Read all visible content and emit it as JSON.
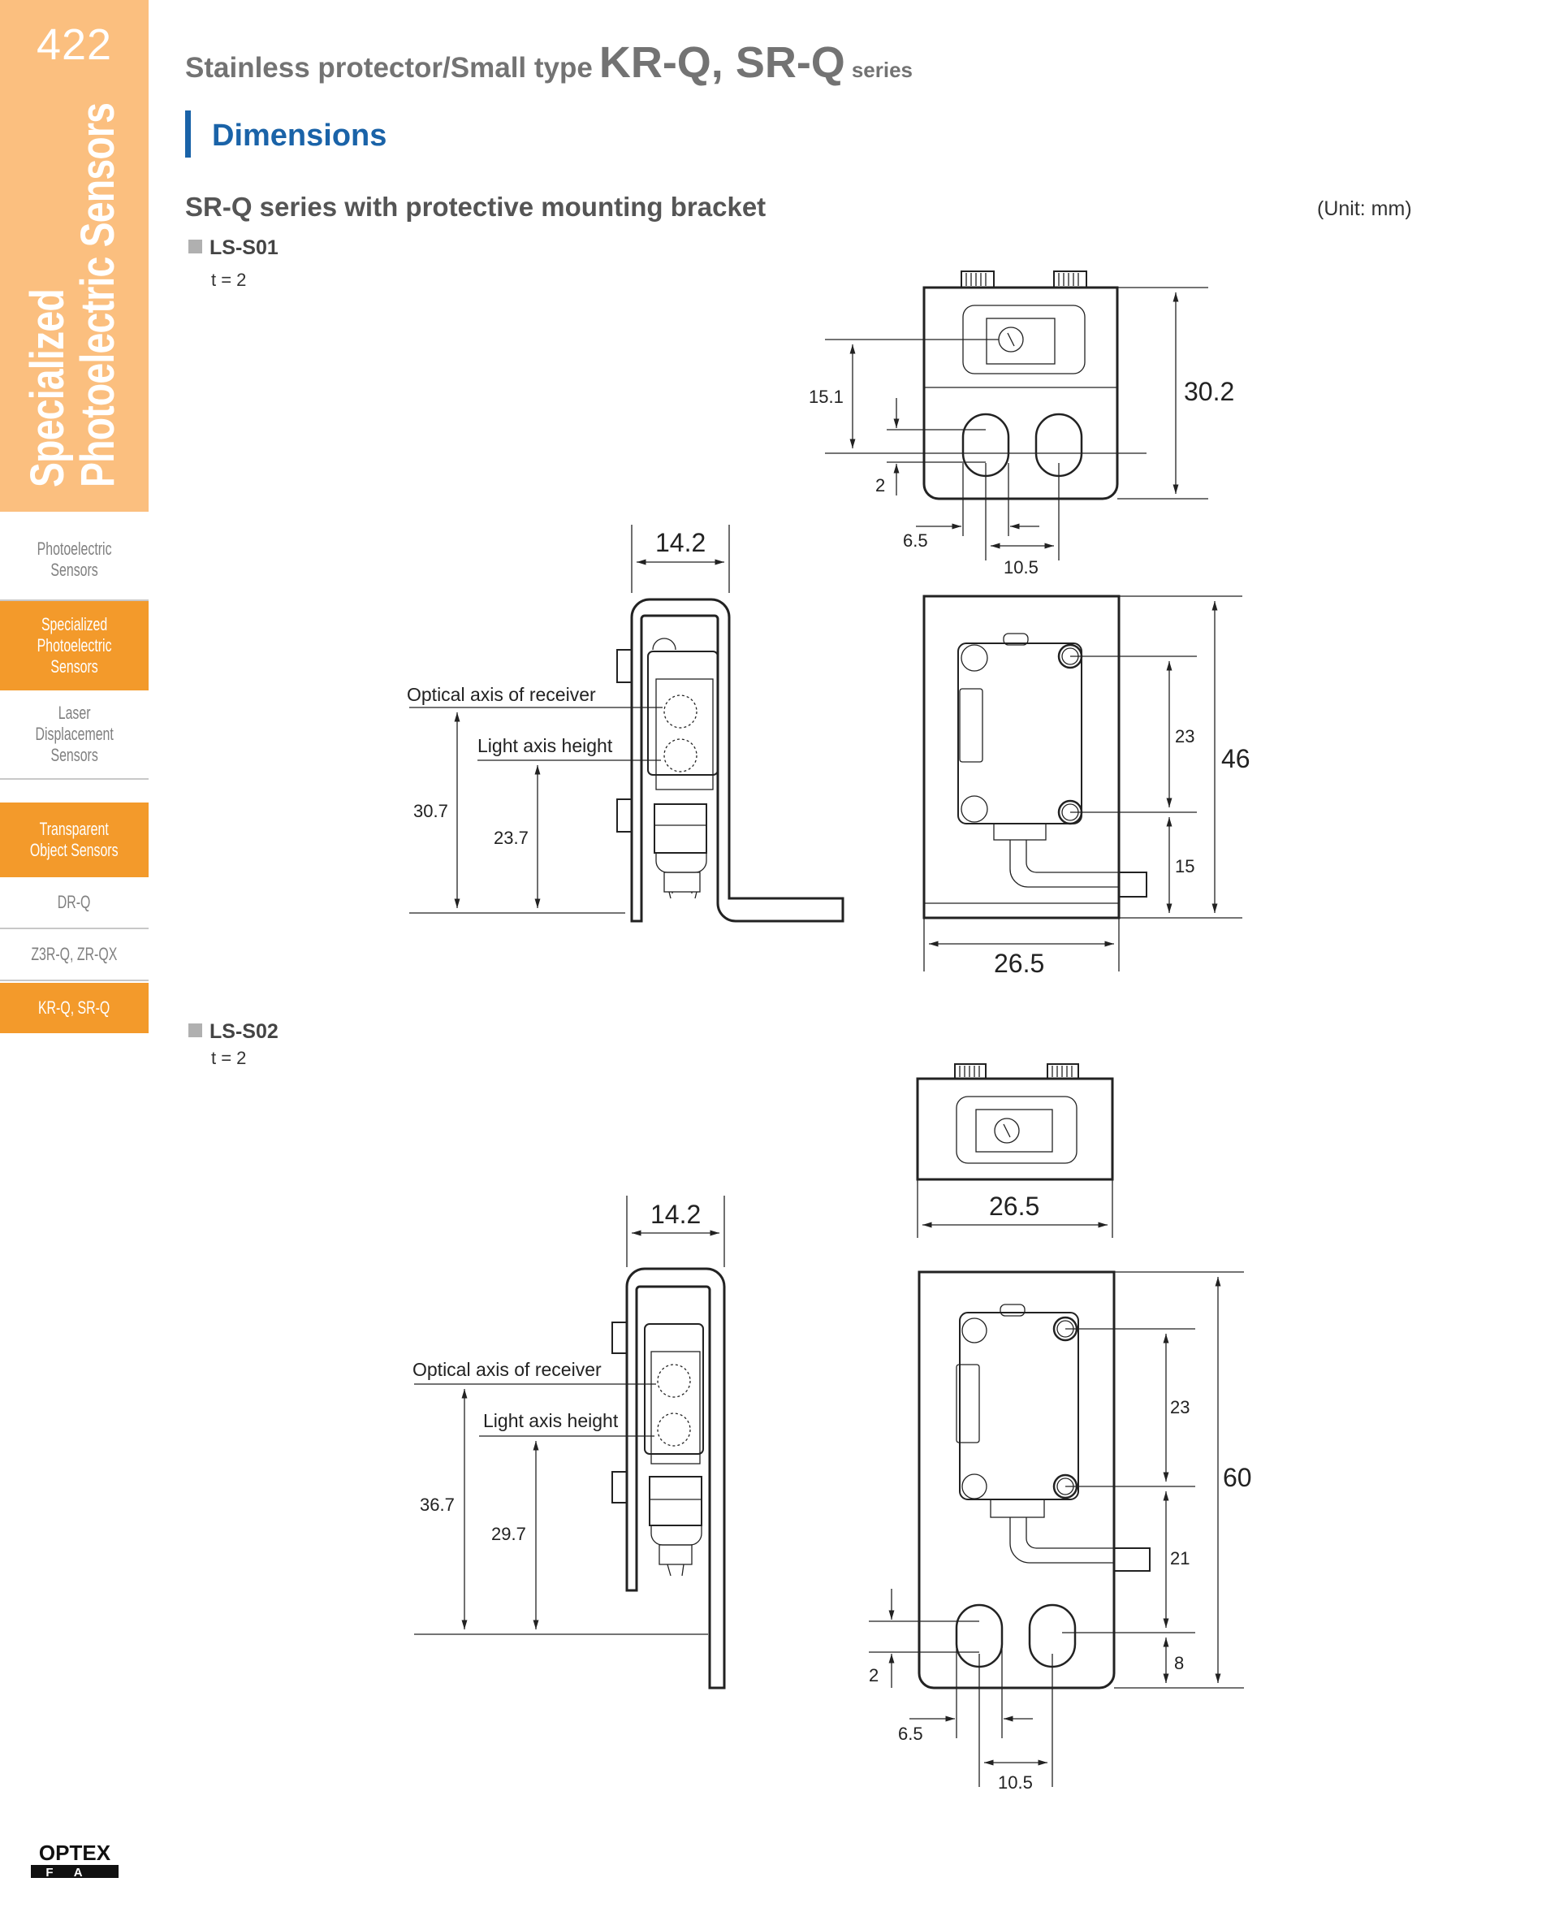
{
  "page_number": "422",
  "sidebar": {
    "category_line1": "Specialized",
    "category_line2": "Photoelectric Sensors",
    "items": [
      {
        "label_lines": [
          "Photoelectric",
          "Sensors"
        ],
        "active": false
      },
      {
        "label_lines": [
          "Specialized",
          "Photoelectric",
          "Sensors"
        ],
        "active": true
      },
      {
        "label_lines": [
          "Laser",
          "Displacement",
          "Sensors"
        ],
        "active": false
      },
      {
        "label_lines": [
          "Transparent",
          "Object Sensors"
        ],
        "active": true
      },
      {
        "label_lines": [
          "DR-Q"
        ],
        "active": false
      },
      {
        "label_lines": [
          "Z3R-Q, ZR-QX"
        ],
        "active": false
      },
      {
        "label_lines": [
          "KR-Q, SR-Q"
        ],
        "active": true
      }
    ]
  },
  "header": {
    "title_prefix": "Stainless protector/Small type",
    "title_main": "KR-Q, SR-Q",
    "title_suffix": "series"
  },
  "section": {
    "title": "Dimensions",
    "subtitle": "SR-Q series with protective mounting bracket",
    "unit": "(Unit: mm)"
  },
  "models": [
    {
      "name": "LS-S01",
      "thickness": "t = 2",
      "labels": {
        "optical_axis": "Optical axis of receiver",
        "light_axis": "Light axis height"
      },
      "dims": {
        "side_width": "14.2",
        "optical_height": "30.7",
        "light_height": "23.7",
        "top_height": "30.2",
        "hole_offset": "15.1",
        "slot": "2",
        "hole_x": "6.5",
        "hole_pitch": "10.5",
        "front_height": "46",
        "mount_pitch": "23",
        "mount_bottom": "15",
        "width": "26.5"
      }
    },
    {
      "name": "LS-S02",
      "thickness": "t = 2",
      "labels": {
        "optical_axis": "Optical axis of receiver",
        "light_axis": "Light axis height"
      },
      "dims": {
        "top_width": "26.5",
        "side_width": "14.2",
        "optical_height": "36.7",
        "light_height": "29.7",
        "front_height": "60",
        "mount_pitch": "23",
        "mount_bottom": "21",
        "hole_bottom": "8",
        "slot": "2",
        "hole_x": "6.5",
        "hole_pitch": "10.5"
      }
    }
  ],
  "logo": {
    "top": "OPTEX",
    "bottom": "FA"
  }
}
